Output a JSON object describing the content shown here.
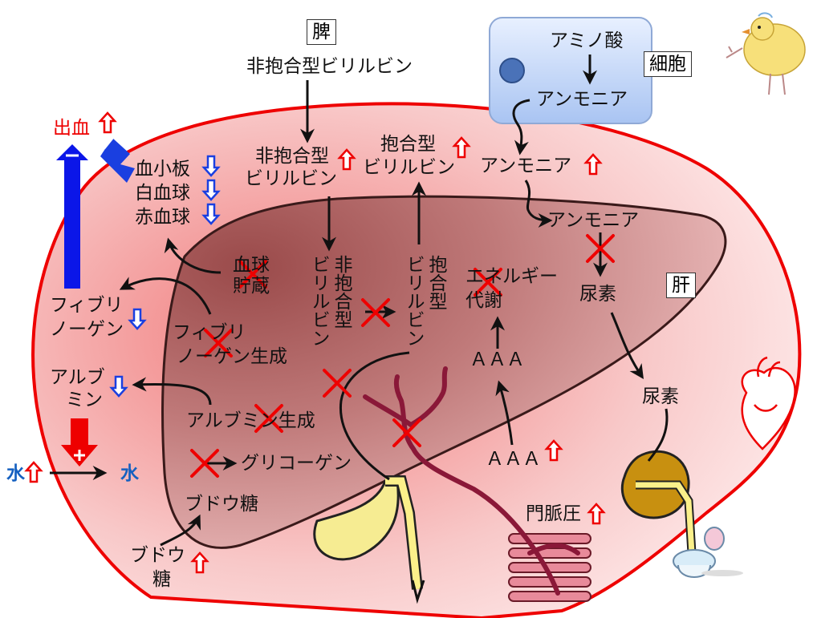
{
  "boxes": {
    "spleen": "脾",
    "cell": "細胞",
    "liver": "肝"
  },
  "labels": {
    "unconj_bilirubin": "非抱合型ビリルビン",
    "unconj_bilirubin_up": "非抱合型",
    "unconj_bilirubin_up2": "ビリルビン",
    "conj_bilirubin_up": "抱合型",
    "conj_bilirubin_up2": "ビリルビン",
    "amino_acid": "アミノ酸",
    "ammonia_cell": "アンモニア",
    "ammonia_blood": "アンモニア",
    "ammonia_liver": "アンモニア",
    "urea_liver": "尿素",
    "urea_out": "尿素",
    "bleeding": "出血",
    "platelet": "血小板",
    "wbc": "白血球",
    "rbc": "赤血球",
    "blood_storage": "血球貯蔵",
    "fibrinogen": "フィブリノーゲン",
    "fibrinogen_l1": "フィブリ",
    "fibrinogen_l2": "ノーゲン",
    "fibrinogen_gen_l1": "フィブリ",
    "fibrinogen_gen_l2": "ノーゲン生成",
    "albumin_l1": "アルブ",
    "albumin_l2": "ミン",
    "albumin_gen": "アルブミン生成",
    "water_in": "水",
    "water_out": "水",
    "glycogen": "グリコーゲン",
    "glucose_liver": "ブドウ糖",
    "glucose_in_l1": "ブドウ",
    "glucose_in_l2": "糖",
    "unconj_v": "非抱合型",
    "unconj_v2": "ビリルビン",
    "conj_v": "抱合型",
    "conj_v2": "ビリルビン",
    "energy_l1": "エネルギー",
    "energy_l2": "代謝",
    "aaa_liver": "ＡＡＡ",
    "aaa_portal": "ＡＡＡ",
    "portal_pressure": "門脈圧"
  },
  "colors": {
    "liver_outer": "#e00000",
    "liver_fill": "#c98080",
    "up_arrow": "#e00000",
    "down_arrow": "#1a3fe0",
    "block_x": "#e00000"
  }
}
